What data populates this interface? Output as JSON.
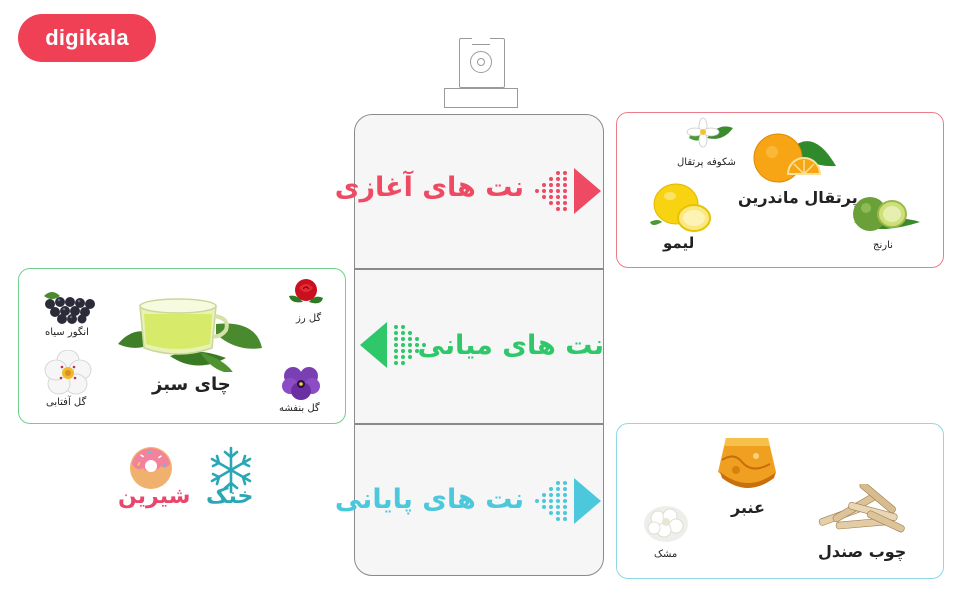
{
  "brand": {
    "logo_text": "digikala",
    "color": "#ef4056"
  },
  "sections": {
    "top": {
      "label": "نت های آغازی",
      "color": "#ee4a63"
    },
    "middle": {
      "label": "نت های میانی",
      "color": "#2ec76a"
    },
    "base": {
      "label": "نت های پایانی",
      "color": "#4cc8dc"
    }
  },
  "top_notes": {
    "border_color": "#f07b8b",
    "items": [
      {
        "name": "شکوفه پرتقال",
        "icon": "orange-blossom-icon"
      },
      {
        "name": "پرتقال ماندرین",
        "icon": "mandarin-orange-icon"
      },
      {
        "name": "لیمو",
        "icon": "lemon-icon"
      },
      {
        "name": "نارنج",
        "icon": "bitter-orange-icon"
      }
    ]
  },
  "middle_notes": {
    "border_color": "#6fd08e",
    "items": [
      {
        "name": "انگور سیاه",
        "icon": "black-grapes-icon"
      },
      {
        "name": "چای سبز",
        "icon": "green-tea-icon"
      },
      {
        "name": "گل رز",
        "icon": "rose-icon"
      },
      {
        "name": "گل آفتابی",
        "icon": "rock-rose-icon"
      },
      {
        "name": "گل بنفشه",
        "icon": "violet-icon"
      }
    ]
  },
  "base_notes": {
    "border_color": "#8fd8e6",
    "items": [
      {
        "name": "عنبر",
        "icon": "amber-icon"
      },
      {
        "name": "چوب صندل",
        "icon": "sandalwood-icon"
      },
      {
        "name": "مشک",
        "icon": "musk-icon"
      }
    ]
  },
  "characteristics": [
    {
      "label": "خنک",
      "icon": "snowflake-icon",
      "color": "#2aa7b5"
    },
    {
      "label": "شیرین",
      "icon": "donut-icon",
      "color": "#e8466b"
    }
  ]
}
